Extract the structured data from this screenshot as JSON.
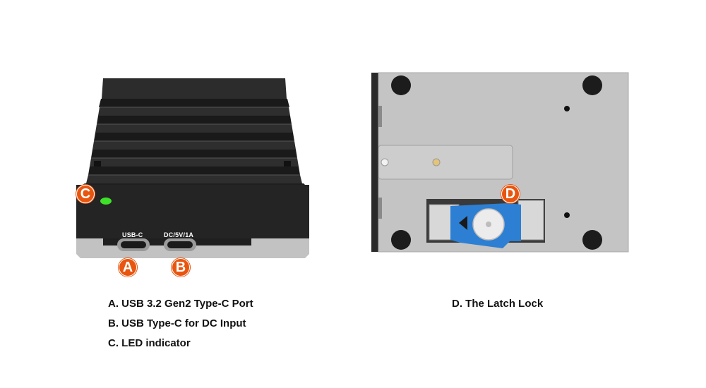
{
  "device_front": {
    "port_labels": [
      "USB-C",
      "DC/5V/1A"
    ],
    "led_color": "#3ee02a"
  },
  "callouts": {
    "a": "A",
    "b": "B",
    "c": "C",
    "d": "D"
  },
  "captions": {
    "left": [
      "A. USB 3.2 Gen2 Type-C Port",
      "B. USB Type-C for DC Input",
      "C. LED indicator"
    ],
    "right": "D. The Latch Lock"
  },
  "colors": {
    "callout": "#e8550f",
    "latch": "#2d7fd3",
    "enclosure_dark": "#2a2a2a",
    "bottom_plate": "#c2c2c2"
  }
}
